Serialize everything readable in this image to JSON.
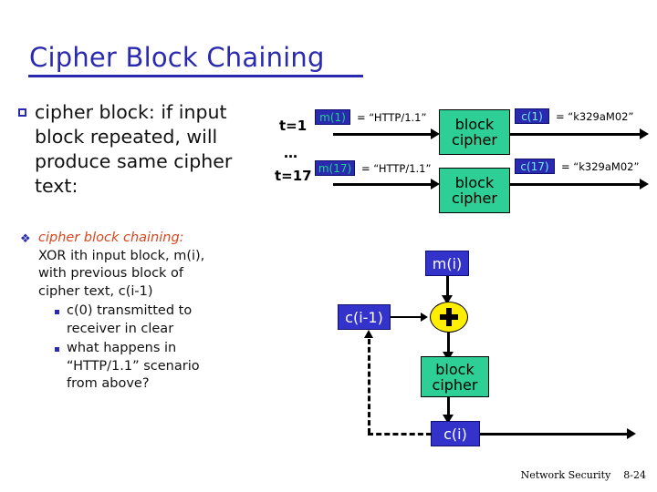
{
  "title": "Cipher Block Chaining",
  "bullets": {
    "first": {
      "marker": "square-outline-bullet",
      "lines": [
        "cipher block: if input",
        "block repeated, will",
        "produce same cipher",
        "text:"
      ]
    },
    "second": {
      "marker": "diamond-bullet",
      "lead": "cipher block chaining:",
      "lines": [
        "XOR ith input block, m(i),",
        "with previous block of",
        "cipher text, c(i-1)"
      ],
      "sub_items": [
        {
          "marker": "small-square-bullet",
          "lines": [
            "c(0) transmitted to",
            "receiver in clear"
          ]
        },
        {
          "marker": "small-square-bullet",
          "lines": [
            "what happens in",
            "“HTTP/1.1” scenario",
            "from above?"
          ]
        }
      ]
    }
  },
  "diagram_top": {
    "rows": [
      {
        "time_label": "t=1",
        "input_badge": "m(1)",
        "input_value": "= “HTTP/1.1”",
        "box_line1": "block",
        "box_line2": "cipher",
        "output_badge": "c(1)",
        "output_value": "= “k329aM02”"
      },
      {
        "time_label": "t=17",
        "input_badge": "m(17)",
        "input_value": "= “HTTP/1.1”",
        "box_line1": "block",
        "box_line2": "cipher",
        "output_badge": "c(17)",
        "output_value": "= “k329aM02”"
      }
    ],
    "ellipsis": "…"
  },
  "diagram_cbc": {
    "message_block": "m(i)",
    "prev_cipher_block": "c(i-1)",
    "xor_symbol": "+",
    "cipher_line1": "block",
    "cipher_line2": "cipher",
    "output_block": "c(i)"
  },
  "footer": {
    "course": "Network Security",
    "page": "8-24"
  },
  "colors": {
    "title_blue": "#2a2ab0",
    "badge_blue": "#2a2ab0",
    "box_blue": "#3333cc",
    "cipher_green": "#2ecf96",
    "xor_yellow": "#ffee00",
    "accent_red": "#d8451e",
    "badge_text_green": "#20d08a",
    "badge_text_cyan": "#6ff0ff"
  }
}
